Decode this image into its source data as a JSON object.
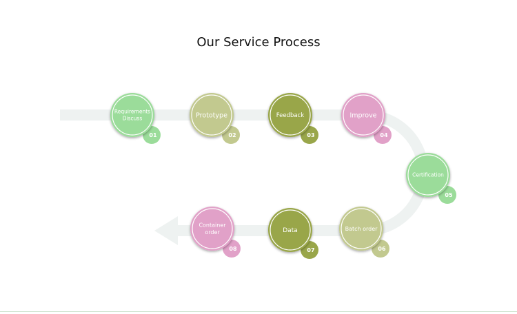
{
  "title": "Our Service Process",
  "colors": {
    "green": "#9bdc9a",
    "olive_light": "#c2c98f",
    "olive_dark": "#99a64a",
    "pink": "#e1a1c8",
    "track": "#eef2f1"
  },
  "steps": [
    {
      "number": "01",
      "lines": [
        "Requirements",
        "Discuss"
      ],
      "color": "green"
    },
    {
      "number": "02",
      "lines": [
        "Prototype"
      ],
      "color": "olive_light"
    },
    {
      "number": "03",
      "lines": [
        "Feedback"
      ],
      "color": "olive_dark"
    },
    {
      "number": "04",
      "lines": [
        "Improve"
      ],
      "color": "pink"
    },
    {
      "number": "05",
      "lines": [
        "Certification"
      ],
      "color": "green"
    },
    {
      "number": "06",
      "lines": [
        "Batch order"
      ],
      "color": "olive_light"
    },
    {
      "number": "07",
      "lines": [
        "Data"
      ],
      "color": "olive_dark"
    },
    {
      "number": "08",
      "lines": [
        "Container",
        "order"
      ],
      "color": "pink"
    }
  ]
}
